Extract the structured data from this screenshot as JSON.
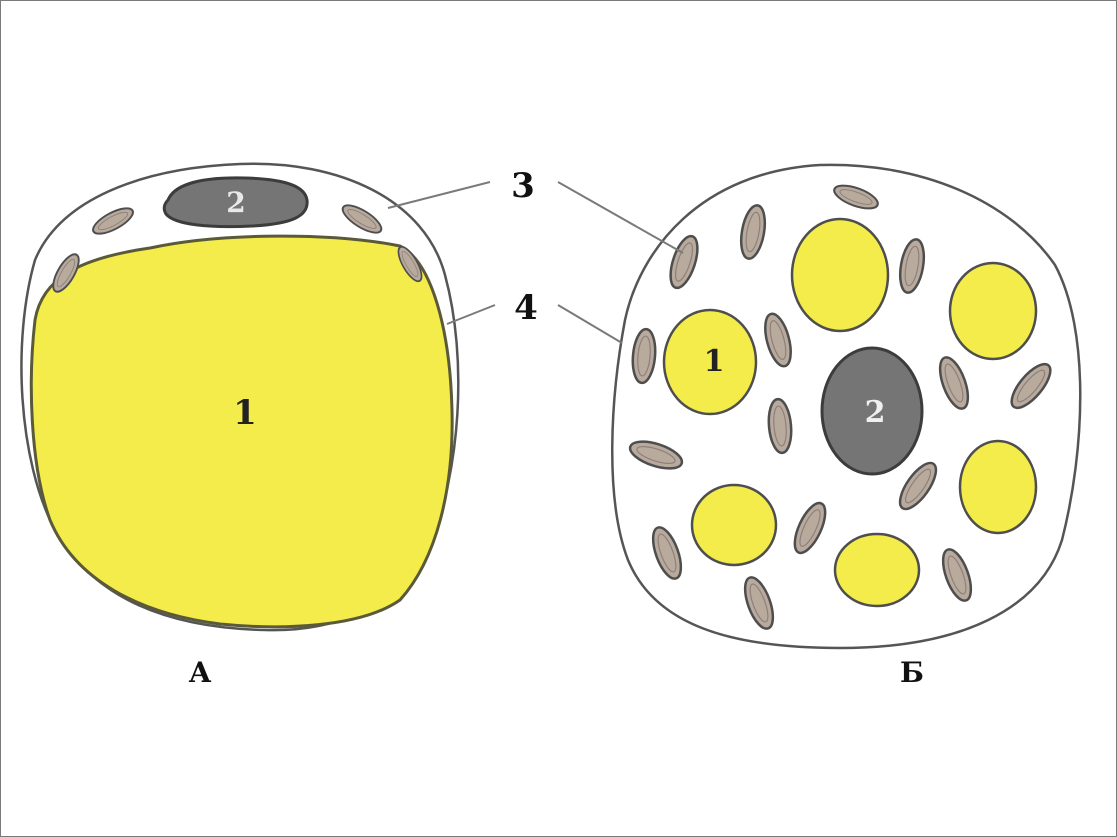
{
  "diagram": {
    "cell_a": {
      "caption": "А",
      "fat_label": "1",
      "nucleus_label": "2"
    },
    "cell_b": {
      "caption": "Б",
      "fat_label": "1",
      "nucleus_label": "2"
    },
    "pointer_labels": {
      "label_3": "3",
      "label_4": "4"
    },
    "colors": {
      "fat_droplet": "#f4ec4a",
      "nucleus": "#757575",
      "mitochondria": "#b9aa9e",
      "cytoplasm": "#ffffff",
      "outline": "#555555"
    }
  }
}
